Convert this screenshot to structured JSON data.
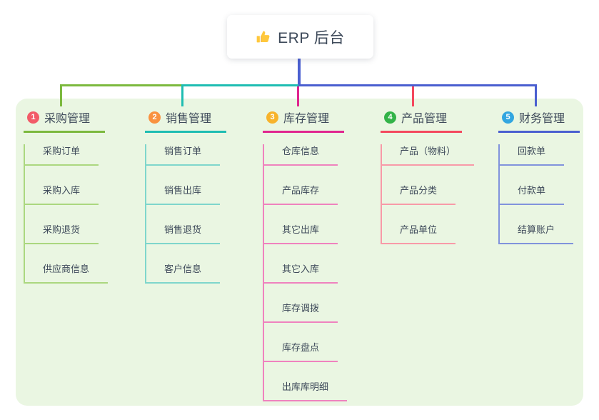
{
  "root": {
    "label": "ERP 后台",
    "icon": "thumbs-up"
  },
  "canvas": {
    "background": "#EAF6E2"
  },
  "accent": {
    "trunk_left": "#7CB93E",
    "trunk_mid": "#1FBDB2",
    "trunk_right": "#4A5FD0"
  },
  "branches": [
    {
      "num": "1",
      "title": "采购管理",
      "color": "#7CB93E",
      "light": "#ABD77F",
      "badge": "#F25B68",
      "items": [
        "采购订单",
        "采购入库",
        "采购退货",
        "供应商信息"
      ]
    },
    {
      "num": "2",
      "title": "销售管理",
      "color": "#1FBDB2",
      "light": "#7FD6CC",
      "badge": "#F9923F",
      "items": [
        "销售订单",
        "销售出库",
        "销售退货",
        "客户信息"
      ]
    },
    {
      "num": "3",
      "title": "库存管理",
      "color": "#E0268F",
      "light": "#EF82BE",
      "badge": "#F7B32B",
      "items": [
        "仓库信息",
        "产品库存",
        "其它出库",
        "其它入库",
        "库存调拨",
        "库存盘点",
        "出库库明细"
      ]
    },
    {
      "num": "4",
      "title": "产品管理",
      "color": "#F4485E",
      "light": "#F89AA8",
      "badge": "#33B348",
      "items": [
        "产品（物料）",
        "产品分类",
        "产品单位"
      ]
    },
    {
      "num": "5",
      "title": "财务管理",
      "color": "#4A5FD0",
      "light": "#8193DC",
      "badge": "#33A6E0",
      "items": [
        "回款单",
        "付款单",
        "结算账户"
      ]
    }
  ]
}
